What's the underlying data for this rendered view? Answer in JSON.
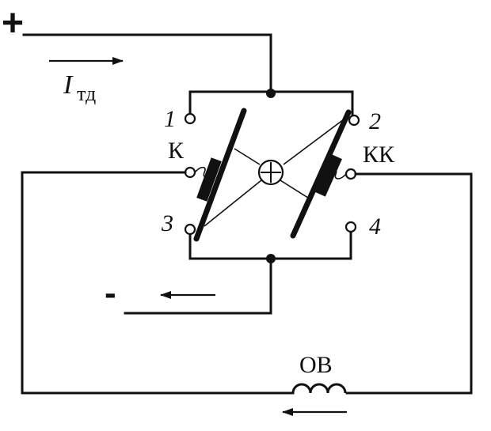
{
  "polarity": {
    "plus": "+",
    "minus": "-"
  },
  "current": {
    "symbol": "I",
    "subscript": "тд"
  },
  "terminals": {
    "t1": "1",
    "t2": "2",
    "t3": "3",
    "t4": "4"
  },
  "contacts": {
    "left": "К",
    "right": "КК"
  },
  "field_winding": {
    "label": "ОВ"
  },
  "colors": {
    "ink": "#111111",
    "background": "#ffffff"
  }
}
